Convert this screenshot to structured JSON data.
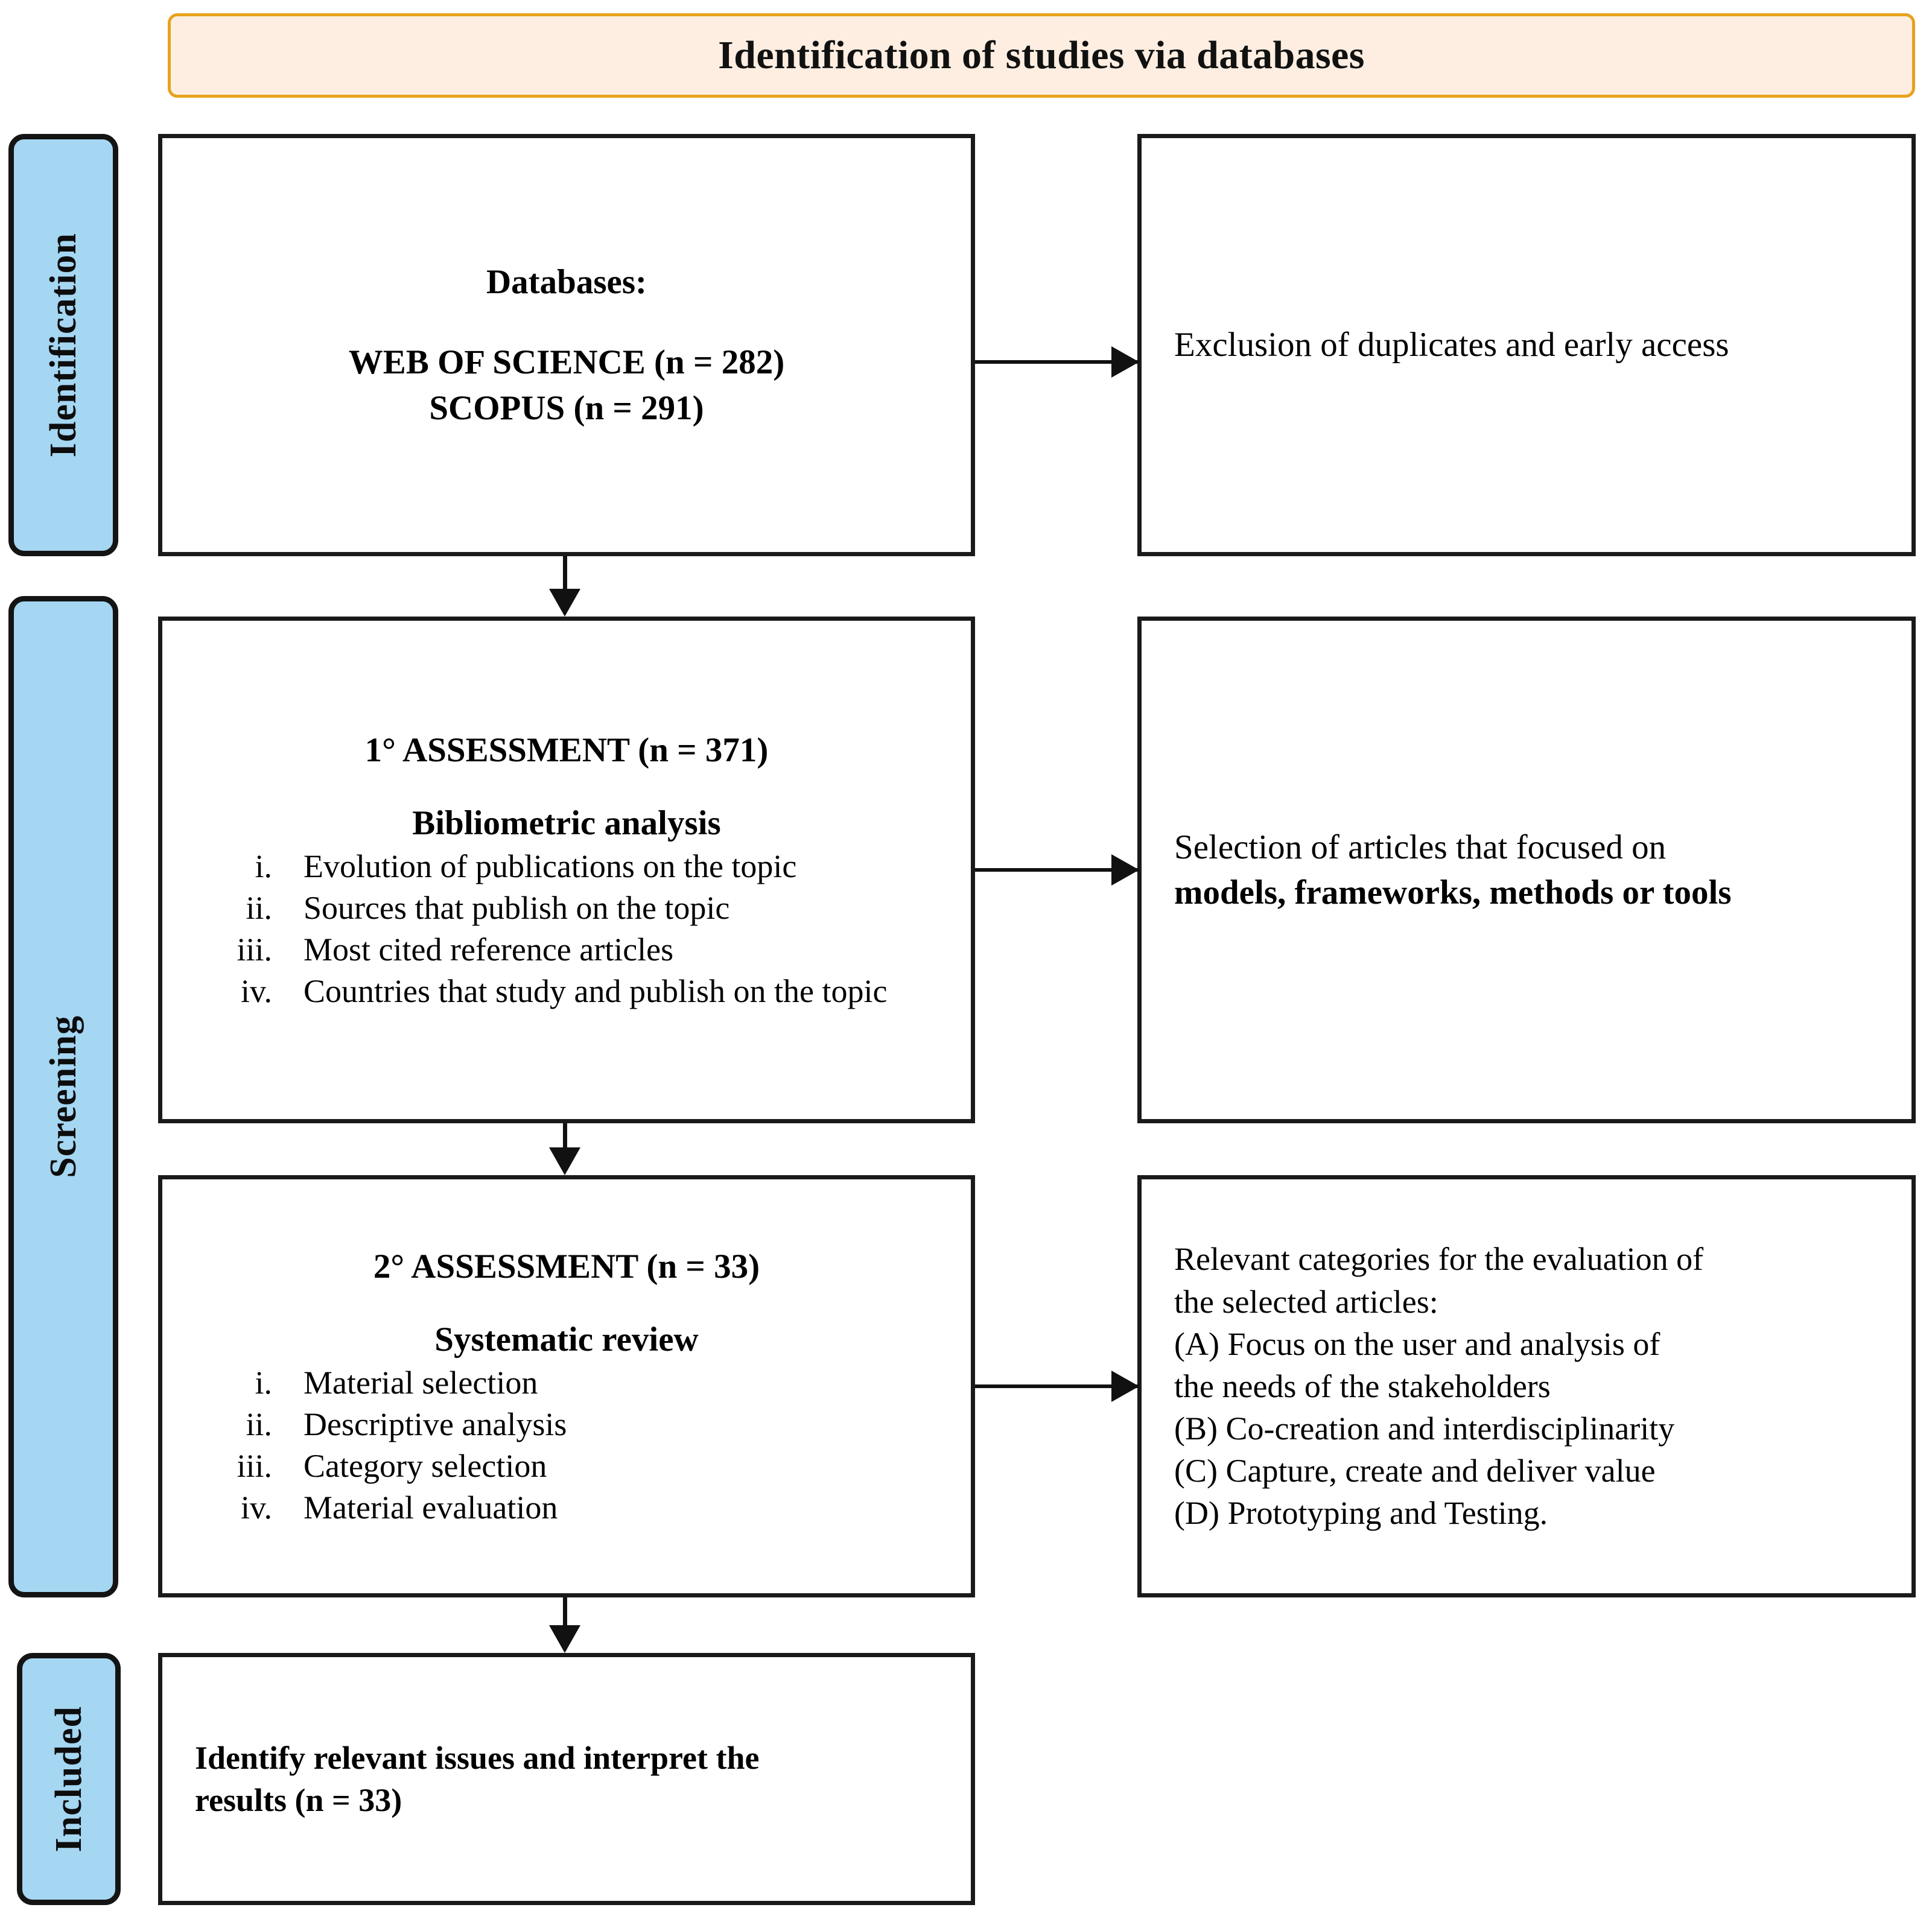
{
  "banner": {
    "title": "Identification of studies via databases"
  },
  "stages": [
    {
      "id": "identification",
      "label": "Identification"
    },
    {
      "id": "screening",
      "label": "Screening"
    },
    {
      "id": "included",
      "label": "Included"
    }
  ],
  "boxes": {
    "databases": {
      "heading": "Databases:",
      "line1": "WEB OF SCIENCE (n = 282)",
      "line2": "SCOPUS (n = 291)"
    },
    "exclusion": {
      "text": "Exclusion of duplicates and early access"
    },
    "assessment1": {
      "title": "1° ASSESSMENT (n = 371)",
      "subtitle": "Bibliometric analysis",
      "items": [
        {
          "num": "i.",
          "text": "Evolution of publications on the topic"
        },
        {
          "num": "ii.",
          "text": "Sources that publish on the topic"
        },
        {
          "num": "iii.",
          "text": "Most cited reference articles"
        },
        {
          "num": "iv.",
          "text": "Countries that study and publish on the topic"
        }
      ]
    },
    "selection": {
      "line_regular": "Selection of articles that focused on",
      "line_bold": "models, frameworks, methods or tools"
    },
    "assessment2": {
      "title": "2° ASSESSMENT (n = 33)",
      "subtitle": "Systematic review",
      "items": [
        {
          "num": "i.",
          "text": "Material selection"
        },
        {
          "num": "ii.",
          "text": "Descriptive analysis"
        },
        {
          "num": "iii.",
          "text": "Category selection"
        },
        {
          "num": "iv.",
          "text": "Material evaluation"
        }
      ]
    },
    "categories": {
      "intro_line1": "Relevant categories for the evaluation of",
      "intro_line2": "the selected articles:",
      "items": [
        "(A) Focus on the user and analysis of",
        "the needs of the stakeholders",
        "(B) Co-creation and interdisciplinarity",
        "(C) Capture, create and deliver value",
        "(D) Prototyping and Testing."
      ]
    },
    "included": {
      "line1": "Identify relevant issues and interpret the",
      "line2": "results (n = 33)"
    }
  },
  "colors": {
    "banner_background": "#FDEEE1",
    "banner_border": "#E8A21C",
    "stage_chip": "#A5D6F2",
    "box_border": "#1A1A1A",
    "arrow": "#111111",
    "text": "#000000"
  }
}
